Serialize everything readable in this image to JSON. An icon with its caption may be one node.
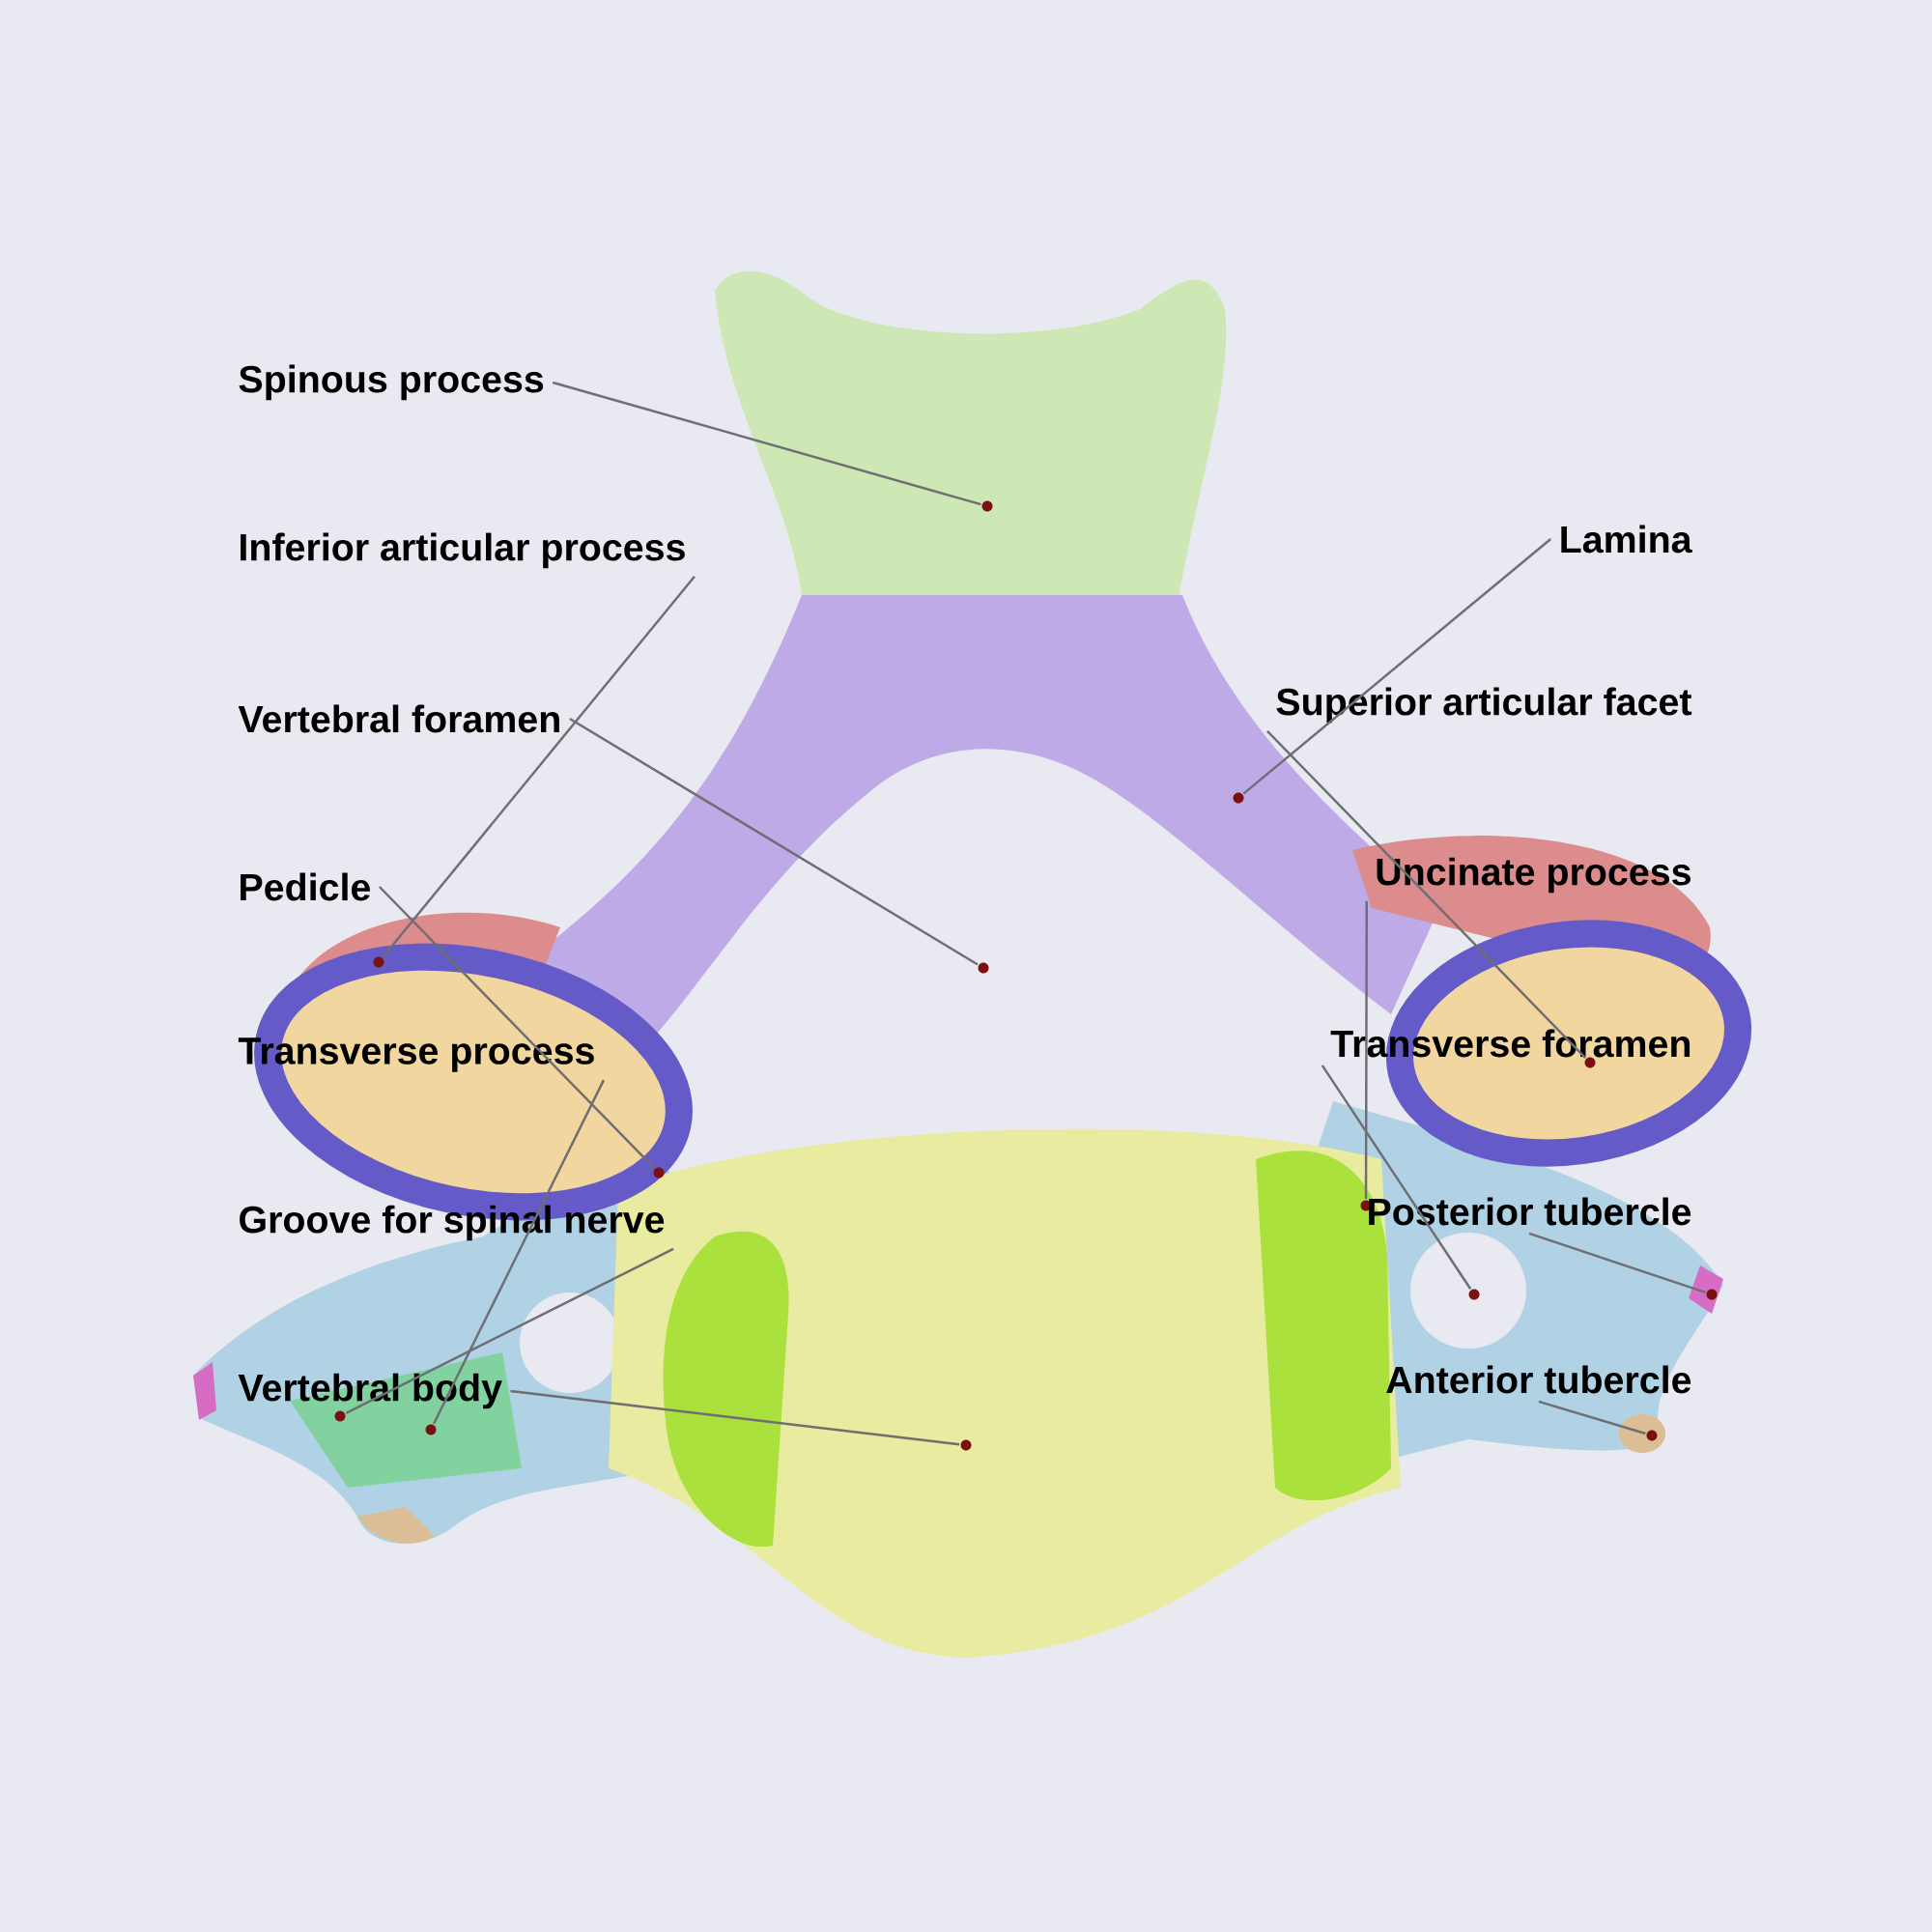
{
  "diagram": {
    "nodes": [
      {
        "text": [
          "Spinous process"
        ]
      },
      {
        "text": [
          "Inferior articular process"
        ]
      },
      {
        "text": [
          "Vertebral foramen"
        ]
      },
      {
        "text": [
          "Pedicle"
        ]
      },
      {
        "text": [
          "Transverse process"
        ]
      },
      {
        "text": [
          "Groove for spinal nerve"
        ]
      },
      {
        "text": [
          "Vertebral body"
        ]
      },
      {
        "text": [
          "Lamina"
        ]
      },
      {
        "text": [
          "Superior articular facet"
        ]
      },
      {
        "text": [
          "Uncinate process"
        ]
      },
      {
        "text": [
          "Transverse foramen"
        ]
      },
      {
        "text": [
          "Posterior tubercle"
        ]
      },
      {
        "text": [
          "Anterior tubercle"
        ]
      },
      {
        "text": [],
        "shape": "circle"
      },
      {
        "text": [],
        "shape": "circle"
      },
      {
        "text": [],
        "shape": "circle"
      },
      {
        "text": [],
        "shape": "circle"
      },
      {
        "text": [],
        "shape": "circle"
      },
      {
        "text": [],
        "shape": "circle"
      },
      {
        "text": [],
        "shape": "circle"
      },
      {
        "text": [],
        "shape": "circle"
      },
      {
        "text": [],
        "shape": "circle"
      },
      {
        "text": [],
        "shape": "circle"
      },
      {
        "text": [],
        "shape": "circle"
      },
      {
        "text": [],
        "shape": "circle"
      },
      {
        "text": [],
        "shape": "circle"
      }
    ],
    "edges": [
      {
        "from": 0,
        "to": 13,
        "arrow": "none"
      },
      {
        "from": 1,
        "to": 14,
        "arrow": "none"
      },
      {
        "from": 2,
        "to": 15,
        "arrow": "none"
      },
      {
        "from": 3,
        "to": 16,
        "arrow": "none"
      },
      {
        "from": 4,
        "to": 17,
        "arrow": "none"
      },
      {
        "from": 5,
        "to": 18,
        "arrow": "none"
      },
      {
        "from": 6,
        "to": 19,
        "arrow": "none"
      },
      {
        "from": 7,
        "to": 20,
        "arrow": "none"
      },
      {
        "from": 8,
        "to": 21,
        "arrow": "none"
      },
      {
        "from": 9,
        "to": 22,
        "arrow": "none"
      },
      {
        "from": 10,
        "to": 23,
        "arrow": "none"
      },
      {
        "from": 11,
        "to": 24,
        "arrow": "none"
      },
      {
        "from": 12,
        "to": 25,
        "arrow": "none"
      }
    ]
  }
}
